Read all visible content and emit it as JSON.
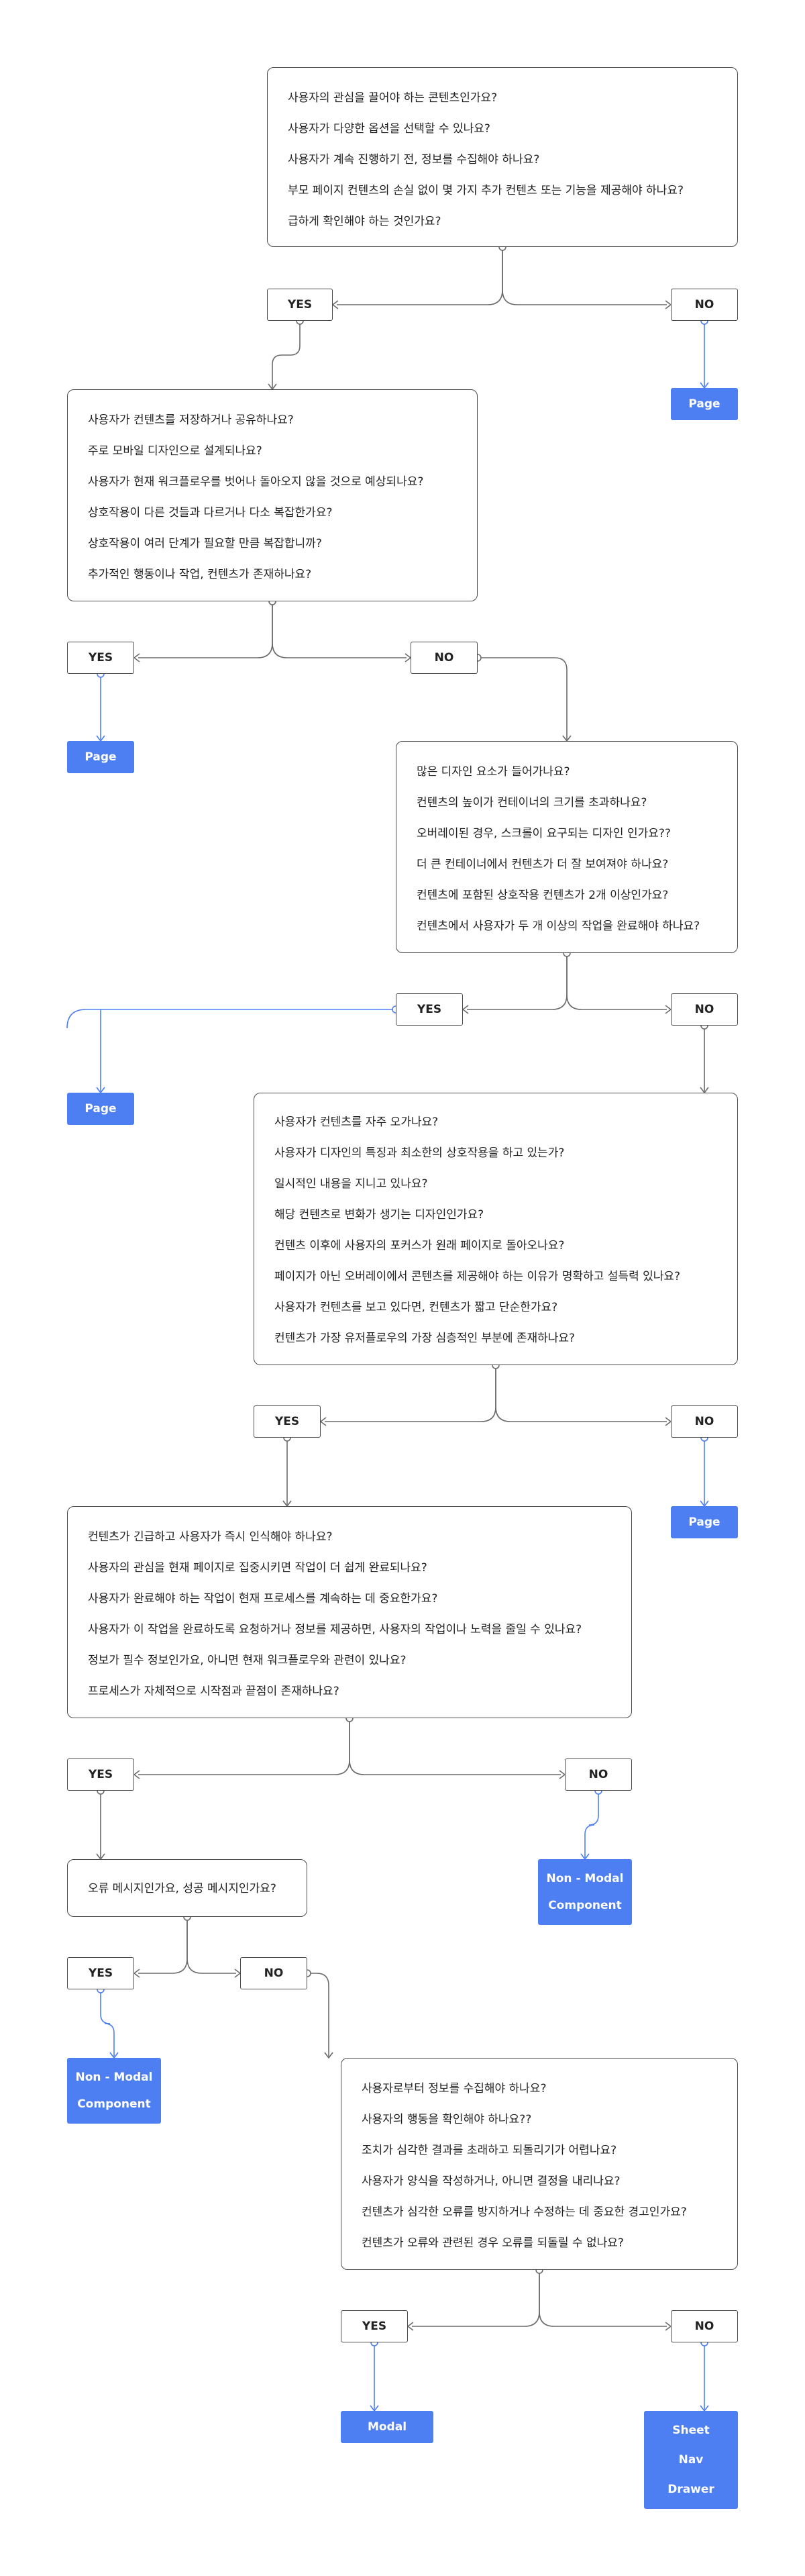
{
  "questions": {
    "q1": [
      "사용자의 관심을 끌어야 하는 콘텐츠인가요?",
      "사용자가 다양한 옵션을 선택할 수 있나요?",
      "사용자가 계속 진행하기 전, 정보를 수집해야 하나요?",
      "부모 페이지 컨텐츠의 손실 없이 몇 가지 추가 컨텐츠 또는 기능을 제공해야 하나요?",
      "급하게 확인해야 하는 것인가요?"
    ],
    "q2": [
      "사용자가 컨텐츠를 저장하거나 공유하나요?",
      "주로 모바일 디자인으로 설계되나요?",
      "사용자가 현재 워크플로우를 벗어나 돌아오지 않을 것으로 예상되나요?",
      "상호작용이 다른 것들과 다르거나 다소 복잡한가요?",
      "상호작용이 여러 단계가 필요할 만큼 복잡합니까?",
      "추가적인 행동이나 작업, 컨텐츠가 존재하나요?"
    ],
    "q3": [
      "많은 디자인 요소가 들어가나요?",
      "컨텐츠의 높이가 컨테이너의 크기를 초과하나요?",
      "오버레이된 경우, 스크롤이 요구되는 디자인 인가요??",
      "더 큰 컨테이너에서 컨텐츠가 더 잘 보여져야 하나요?",
      "컨텐츠에 포함된 상호작용 컨텐츠가 2개 이상인가요?",
      "컨텐츠에서 사용자가 두 개 이상의 작업을 완료해야 하나요?"
    ],
    "q4": [
      "사용자가 컨텐츠를 자주 오가나요?",
      "사용자가 디자인의 특징과 최소한의 상호작용을 하고 있는가?",
      "일시적인 내용을 지니고 있나요?",
      "해당 컨텐츠로 변화가 생기는 디자인인가요?",
      "컨텐츠 이후에 사용자의 포커스가 원래 페이지로 돌아오나요?",
      "페이지가 아닌 오버레이에서 콘텐츠를 제공해야 하는 이유가 명확하고 설득력 있나요?",
      "사용자가 컨텐츠를 보고 있다면, 컨텐츠가 짧고 단순한가요?",
      "컨텐츠가 가장 유저플로우의 가장 심층적인 부분에 존재하나요?"
    ],
    "q5": [
      "컨텐츠가 긴급하고 사용자가 즉시 인식해야 하나요?",
      "사용자의 관심을 현재 페이지로 집중시키면 작업이 더 쉽게 완료되나요?",
      "사용자가 완료해야 하는 작업이 현재 프로세스를 계속하는 데 중요한가요?",
      "사용자가 이 작업을 완료하도록 요청하거나 정보를 제공하면, 사용자의 작업이나 노력을 줄일 수 있나요?",
      "정보가 필수 정보인가요, 아니면 현재 워크플로우와 관련이 있나요?",
      "프로세스가 자체적으로 시작점과 끝점이 존재하나요?"
    ],
    "q6": [
      "오류 메시지인가요, 성공 메시지인가요?"
    ],
    "q7": [
      "사용자로부터 정보를 수집해야 하나요?",
      "사용자의 행동을 확인해야 하나요??",
      "조치가 심각한 결과를 초래하고 되돌리기가 어렵나요?",
      "사용자가 양식을 작성하거나, 아니면 결정을 내리나요?",
      "컨텐츠가 심각한 오류를 방지하거나 수정하는 데 중요한 경고인가요?",
      "컨텐츠가 오류와 관련된 경우 오류를 되돌릴 수 없나요?"
    ]
  },
  "labels": {
    "yes": "YES",
    "no": "NO"
  },
  "results": {
    "page": "Page",
    "non_modal": [
      "Non - Modal",
      "Component"
    ],
    "modal": "Modal",
    "sheet_nav_drawer": [
      "Sheet",
      "Nav",
      "Drawer"
    ]
  },
  "colors": {
    "accent": "#4d7ef2",
    "border": "#4a4a4a",
    "connector": "#6b6b6b"
  }
}
